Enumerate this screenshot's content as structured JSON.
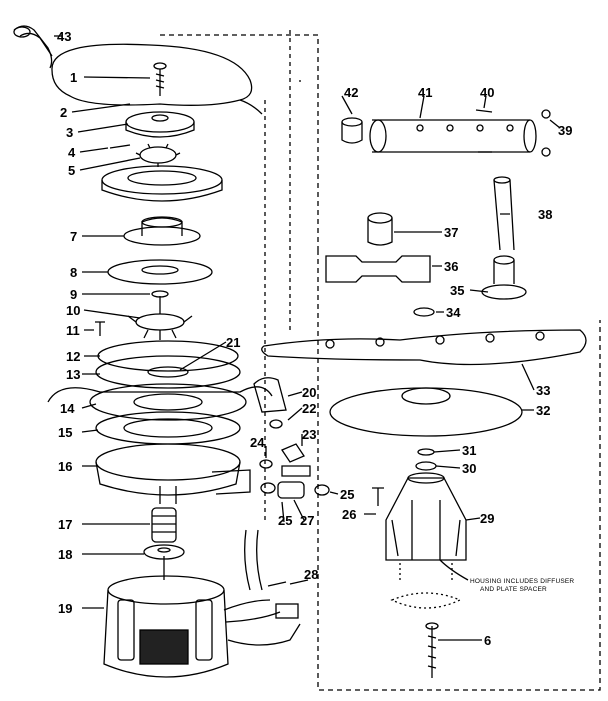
{
  "callouts": {
    "c1": "1",
    "c2": "2",
    "c3": "3",
    "c4": "4",
    "c5": "5",
    "c6": "6",
    "c7": "7",
    "c8": "8",
    "c9": "9",
    "c10": "10",
    "c11": "11",
    "c12": "12",
    "c13": "13",
    "c14": "14",
    "c15": "15",
    "c16": "16",
    "c17": "17",
    "c18": "18",
    "c19": "19",
    "c20": "20",
    "c21": "21",
    "c22": "22",
    "c23": "23",
    "c24": "24",
    "c25a": "25",
    "c25b": "25",
    "c26": "26",
    "c27": "27",
    "c28": "28",
    "c29": "29",
    "c30": "30",
    "c31": "31",
    "c32": "32",
    "c33": "33",
    "c34": "34",
    "c35": "35",
    "c36": "36",
    "c37": "37",
    "c38": "38",
    "c39": "39",
    "c40": "40",
    "c41": "41",
    "c42": "42",
    "c43": "43"
  },
  "note": {
    "line1": "HOUSING INCLUDES DIFFUSER",
    "line2": "AND PLATE SPACER"
  }
}
